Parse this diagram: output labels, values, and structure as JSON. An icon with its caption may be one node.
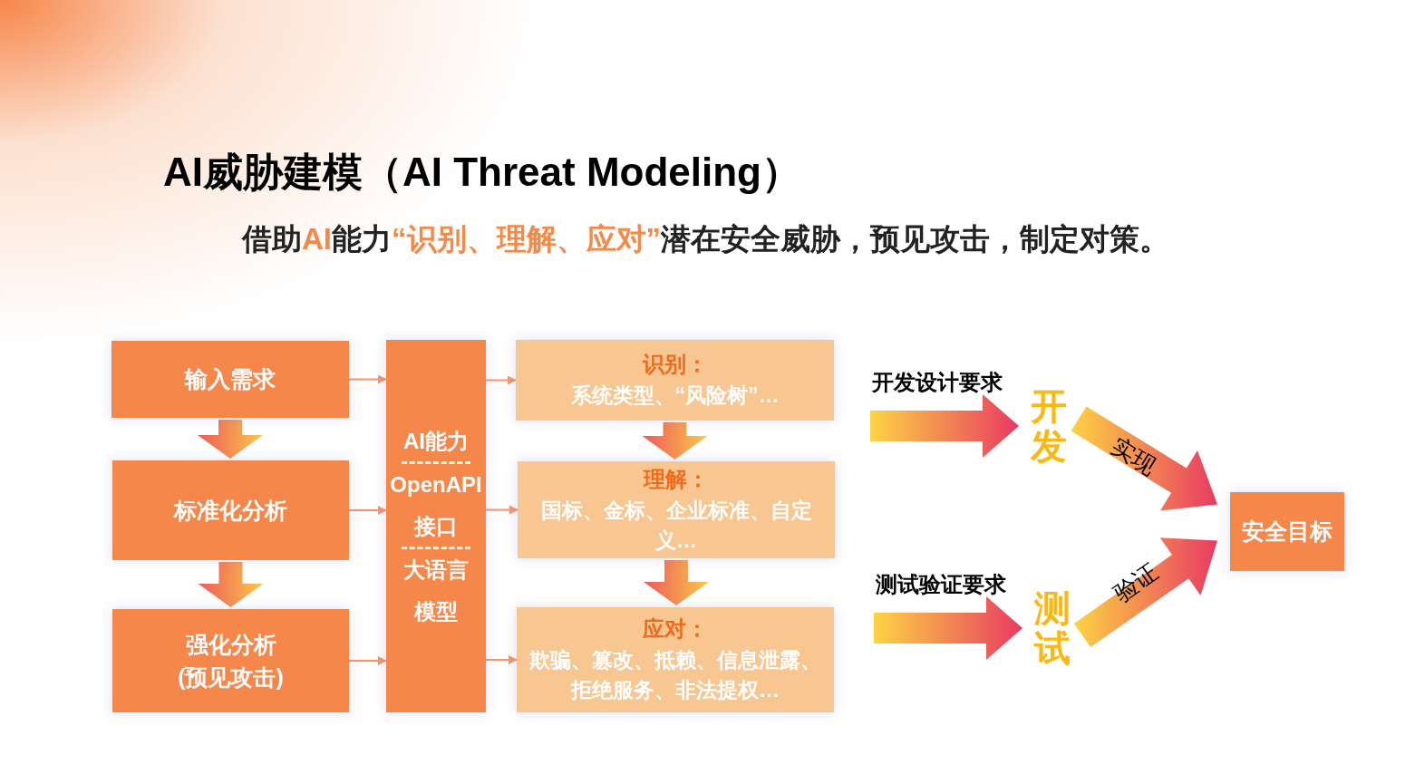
{
  "diagram": {
    "title": "AI威胁建模（AI Threat Modeling）",
    "nodes": [
      {
        "text": [
          "输入需求"
        ]
      },
      {
        "text": [
          "标准化分析"
        ]
      },
      {
        "text": [
          "强化分析",
          "(预见攻击)"
        ]
      },
      {
        "text": [
          "AI能力",
          "OpenAPI接口",
          "大语言模型"
        ]
      },
      {
        "text": [
          "识别：",
          "系统类型、“风险树”…"
        ]
      },
      {
        "text": [
          "理解：",
          "国标、金标、企业标准、自定义…"
        ]
      },
      {
        "text": [
          "应对：",
          "欺骗、篡改、抵赖、信息泄露、拒绝服务、非法提权…"
        ]
      },
      {
        "text": [
          "开发"
        ]
      },
      {
        "text": [
          "测试"
        ]
      },
      {
        "text": [
          "安全目标"
        ]
      }
    ],
    "edges": [
      {
        "from": 0,
        "to": 1,
        "arrow": "to",
        "style": "thick"
      },
      {
        "from": 1,
        "to": 2,
        "arrow": "to",
        "style": "thick"
      },
      {
        "from": 0,
        "to": 3,
        "arrow": "to"
      },
      {
        "from": 1,
        "to": 3,
        "arrow": "to"
      },
      {
        "from": 2,
        "to": 3,
        "arrow": "to"
      },
      {
        "from": 3,
        "to": 4,
        "arrow": "to"
      },
      {
        "from": 3,
        "to": 5,
        "arrow": "to"
      },
      {
        "from": 3,
        "to": 6,
        "arrow": "to"
      },
      {
        "from": 4,
        "to": 5,
        "arrow": "to",
        "style": "thick"
      },
      {
        "from": 5,
        "to": 6,
        "arrow": "to",
        "style": "thick"
      },
      {
        "from": null,
        "to": 7,
        "arrow": "to",
        "style": "thick",
        "label": "开发设计要求"
      },
      {
        "from": null,
        "to": 8,
        "arrow": "to",
        "style": "thick",
        "label": "测试验证要求"
      },
      {
        "from": 7,
        "to": 9,
        "arrow": "to",
        "style": "thick",
        "label": "实现"
      },
      {
        "from": 8,
        "to": 9,
        "arrow": "to",
        "style": "thick",
        "label": "验证"
      }
    ],
    "labels": [
      "借助**AI**能力**“识别、理解、应对”**潜在安全威胁，预见攻击，制定对策。"
    ]
  }
}
